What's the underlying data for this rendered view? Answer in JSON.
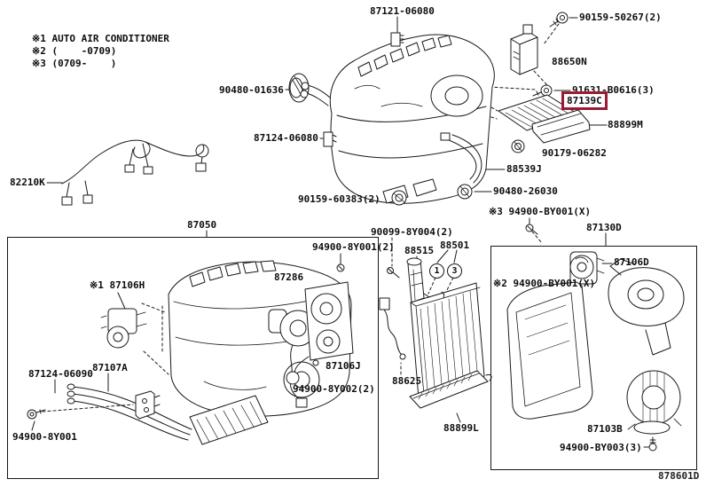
{
  "legend": {
    "line1": "※1 AUTO AIR CONDITIONER",
    "line2": "※2 (    -0709)",
    "line3": "※3 (0709-    )"
  },
  "highlight": {
    "color": "#9B1B33",
    "part_number": "87139C"
  },
  "footer": {
    "diagram_id": "878601D"
  },
  "assemblies": {
    "heater_unit_label": "87050",
    "blower_unit_label": "87130D"
  },
  "parts": {
    "top": {
      "duct_clip": "87121-06080",
      "screw_amplifier": "90159-50267(2)",
      "amplifier": "88650N",
      "screw_filter_cover": "91631-B0616(3)",
      "cabin_air_filter": "87139C",
      "filter_cover": "88899M",
      "grommet_cover": "90179-06282",
      "water_hose": "88539J",
      "grommet_hose": "90480-26030",
      "screw_note3": "※3 94900-BY001(X)",
      "grommet_pipes": "90480-01636",
      "heater_clip": "87124-06080",
      "wire_harness": "82210K",
      "nut": "90159-60383(2)"
    },
    "left_box": {
      "servo_note1": "※1 87106H",
      "aspirator": "87286",
      "screw_servo_a": "94900-8Y001(2)",
      "screw_servo_b": "90099-8Y004(2)",
      "heater_pipes": "87107A",
      "pipe_clamp": "87124-06090",
      "screw_clamp": "94900-8Y001",
      "servo_sub": "87106J",
      "screw_servo_c": "94900-8Y002(2)"
    },
    "middle": {
      "tube": "88515",
      "evaporator": "88501",
      "callout_a": "1",
      "callout_b": "3",
      "thermistor": "88625",
      "drain_pipe": "88899L"
    },
    "right_box": {
      "servo": "87106D",
      "screw_servo": "※2 94900-BY001(X)",
      "blower_motor": "87103B",
      "screw_motor": "94900-BY003(3)"
    }
  }
}
